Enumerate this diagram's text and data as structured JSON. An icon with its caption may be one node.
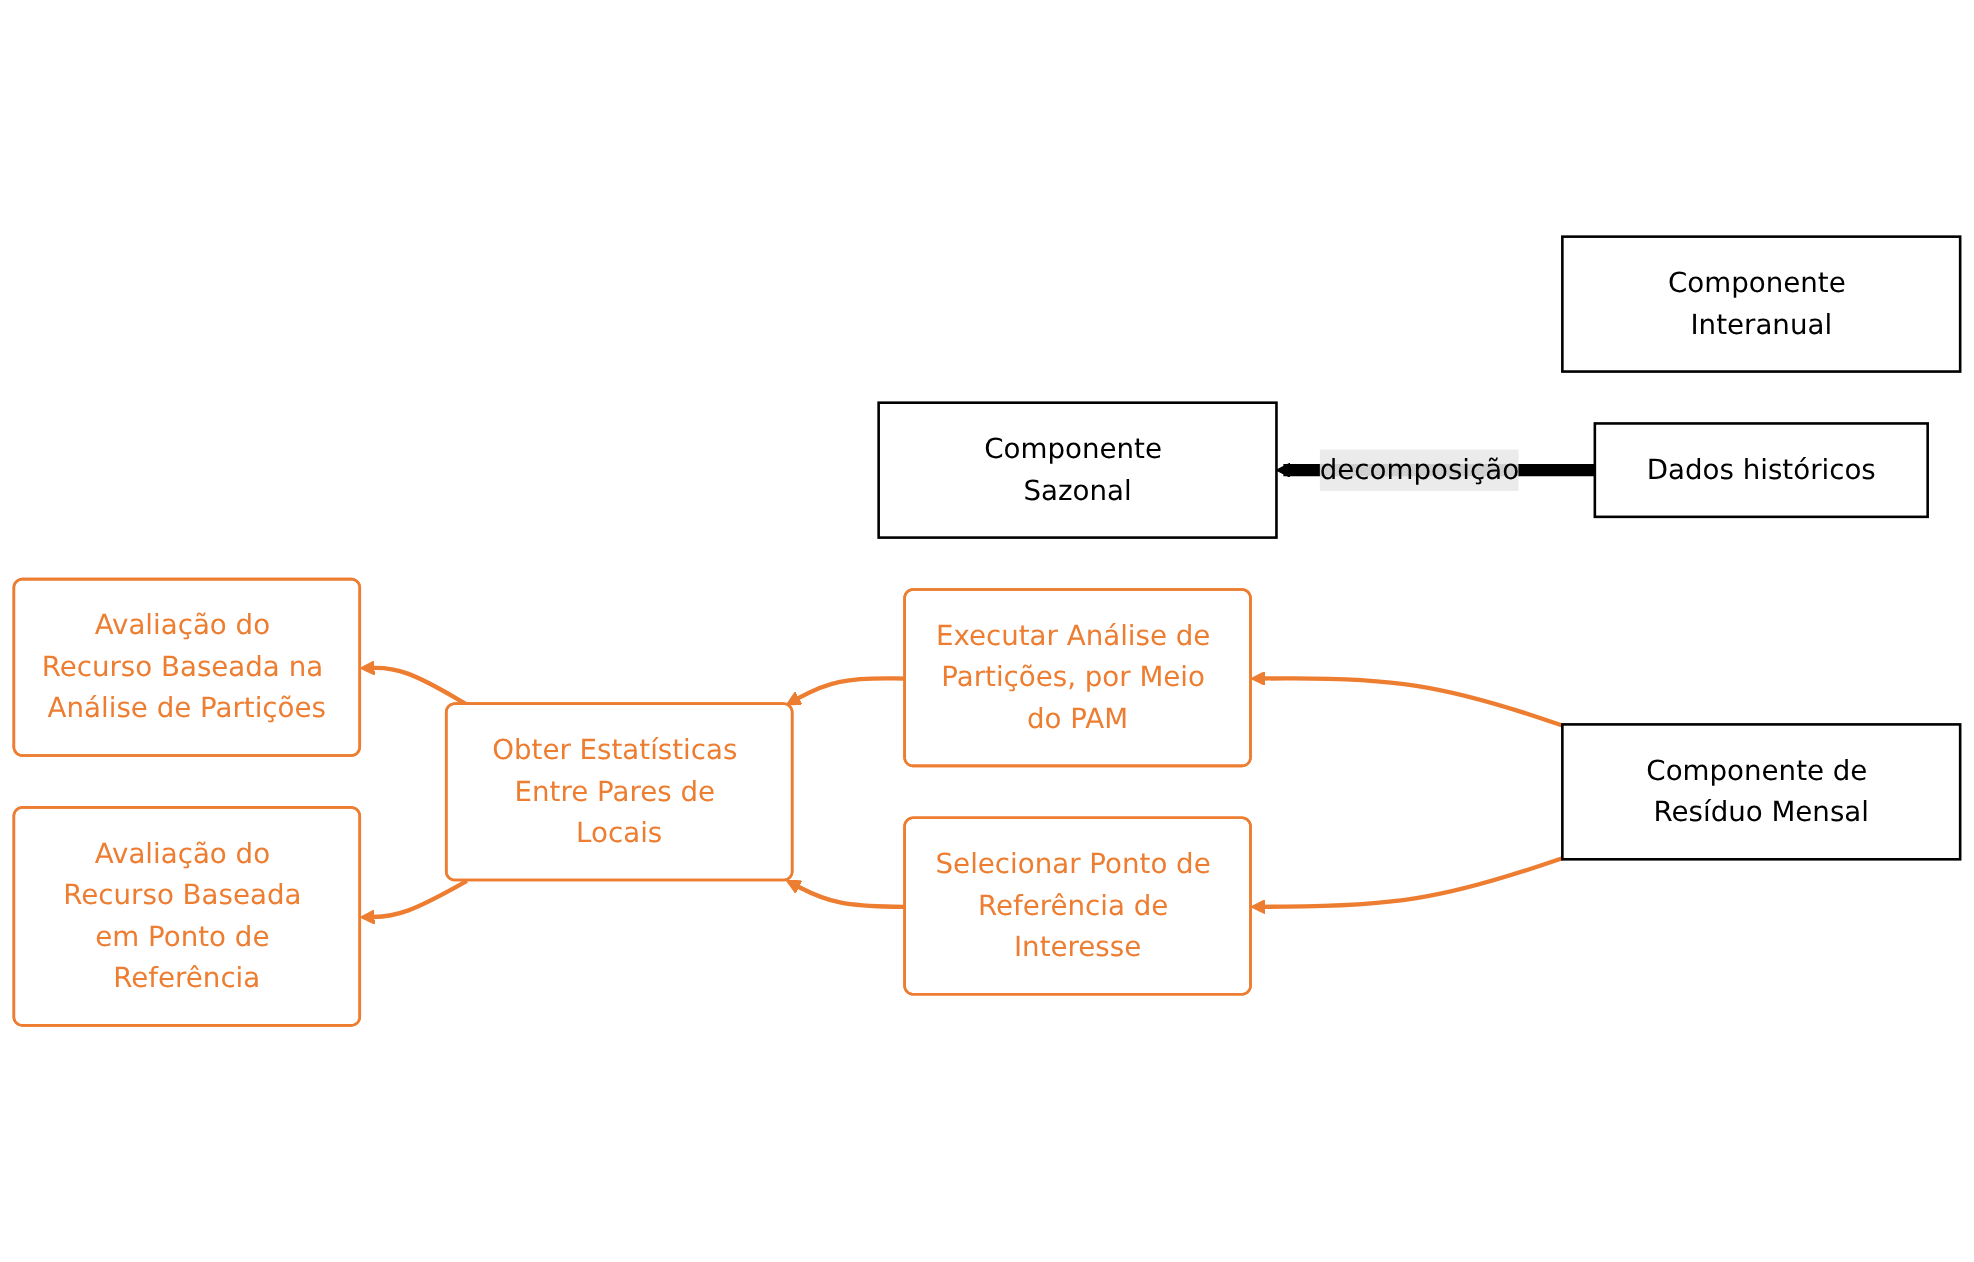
{
  "diagram": {
    "nodes": [
      {
        "text": [
          "Componente Interanual"
        ]
      },
      {
        "text": [
          "Dados históricos"
        ]
      },
      {
        "text": [
          "Componente Sazonal"
        ]
      },
      {
        "text": [
          "Avaliação do Recurso Baseada na Análise de Partições"
        ]
      },
      {
        "text": [
          "Obter Estatísticas Entre Pares de Locais"
        ]
      },
      {
        "text": [
          "Executar Análise de Partições, por Meio do PAM"
        ]
      },
      {
        "text": [
          "Componente de Resíduo Mensal"
        ]
      },
      {
        "text": [
          "Avaliação do Recurso Baseada em Ponto de Referência"
        ]
      },
      {
        "text": [
          "Selecionar Ponto de Referência de Interesse"
        ]
      }
    ],
    "edges": [
      {
        "from": 1,
        "to": 2,
        "arrow": "to",
        "label": "decomposição",
        "style": "thick",
        "color": "#000000"
      },
      {
        "from": 6,
        "to": 5,
        "arrow": "to"
      },
      {
        "from": 6,
        "to": 8,
        "arrow": "to"
      },
      {
        "from": 5,
        "to": 4,
        "arrow": "to"
      },
      {
        "from": 8,
        "to": 4,
        "arrow": "to"
      },
      {
        "from": 4,
        "to": 3,
        "arrow": "to"
      },
      {
        "from": 4,
        "to": 7,
        "arrow": "to"
      }
    ]
  }
}
